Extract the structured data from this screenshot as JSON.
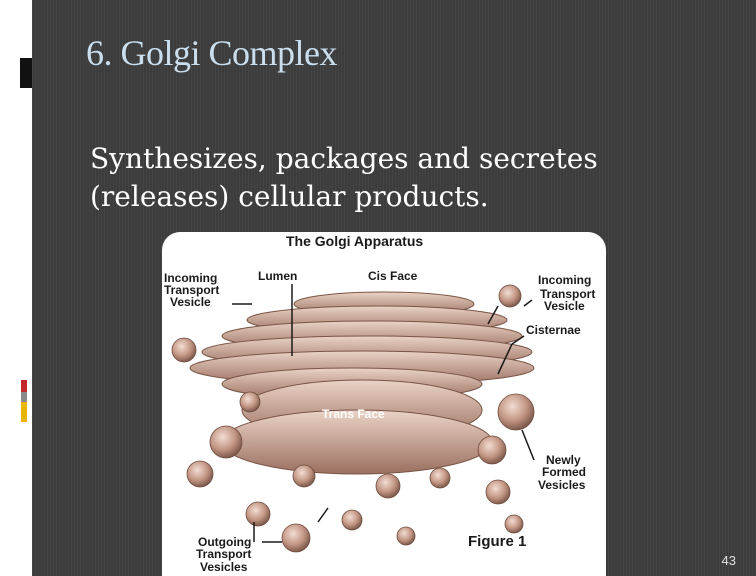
{
  "slide": {
    "title": "6. Golgi Complex",
    "body_line1": "Synthesizes, packages and secretes",
    "body_line2": "(releases) cellular products.",
    "page_number": "43"
  },
  "figure": {
    "title": "The Golgi Apparatus",
    "caption": "Figure 1",
    "labels": {
      "incoming_left_1": "Incoming",
      "incoming_left_2": "Transport",
      "incoming_left_3": "Vesicle",
      "lumen": "Lumen",
      "cis_face": "Cis Face",
      "incoming_right_1": "Incoming",
      "incoming_right_2": "Transport",
      "incoming_right_3": "Vesicle",
      "cisternae": "Cisternae",
      "trans_face": "Trans Face",
      "newly_1": "Newly",
      "newly_2": "Formed",
      "newly_3": "Vesicles",
      "outgoing_1": "Outgoing",
      "outgoing_2": "Transport",
      "outgoing_3": "Vesicles"
    }
  },
  "colors": {
    "background": "#3c3c3c",
    "title": "#c9dfef",
    "body_text": "#ffffff",
    "golgi": "#c9a18e",
    "accent_red": "#c0282c",
    "accent_gray": "#8a8a8a",
    "accent_yellow": "#e8b400"
  }
}
